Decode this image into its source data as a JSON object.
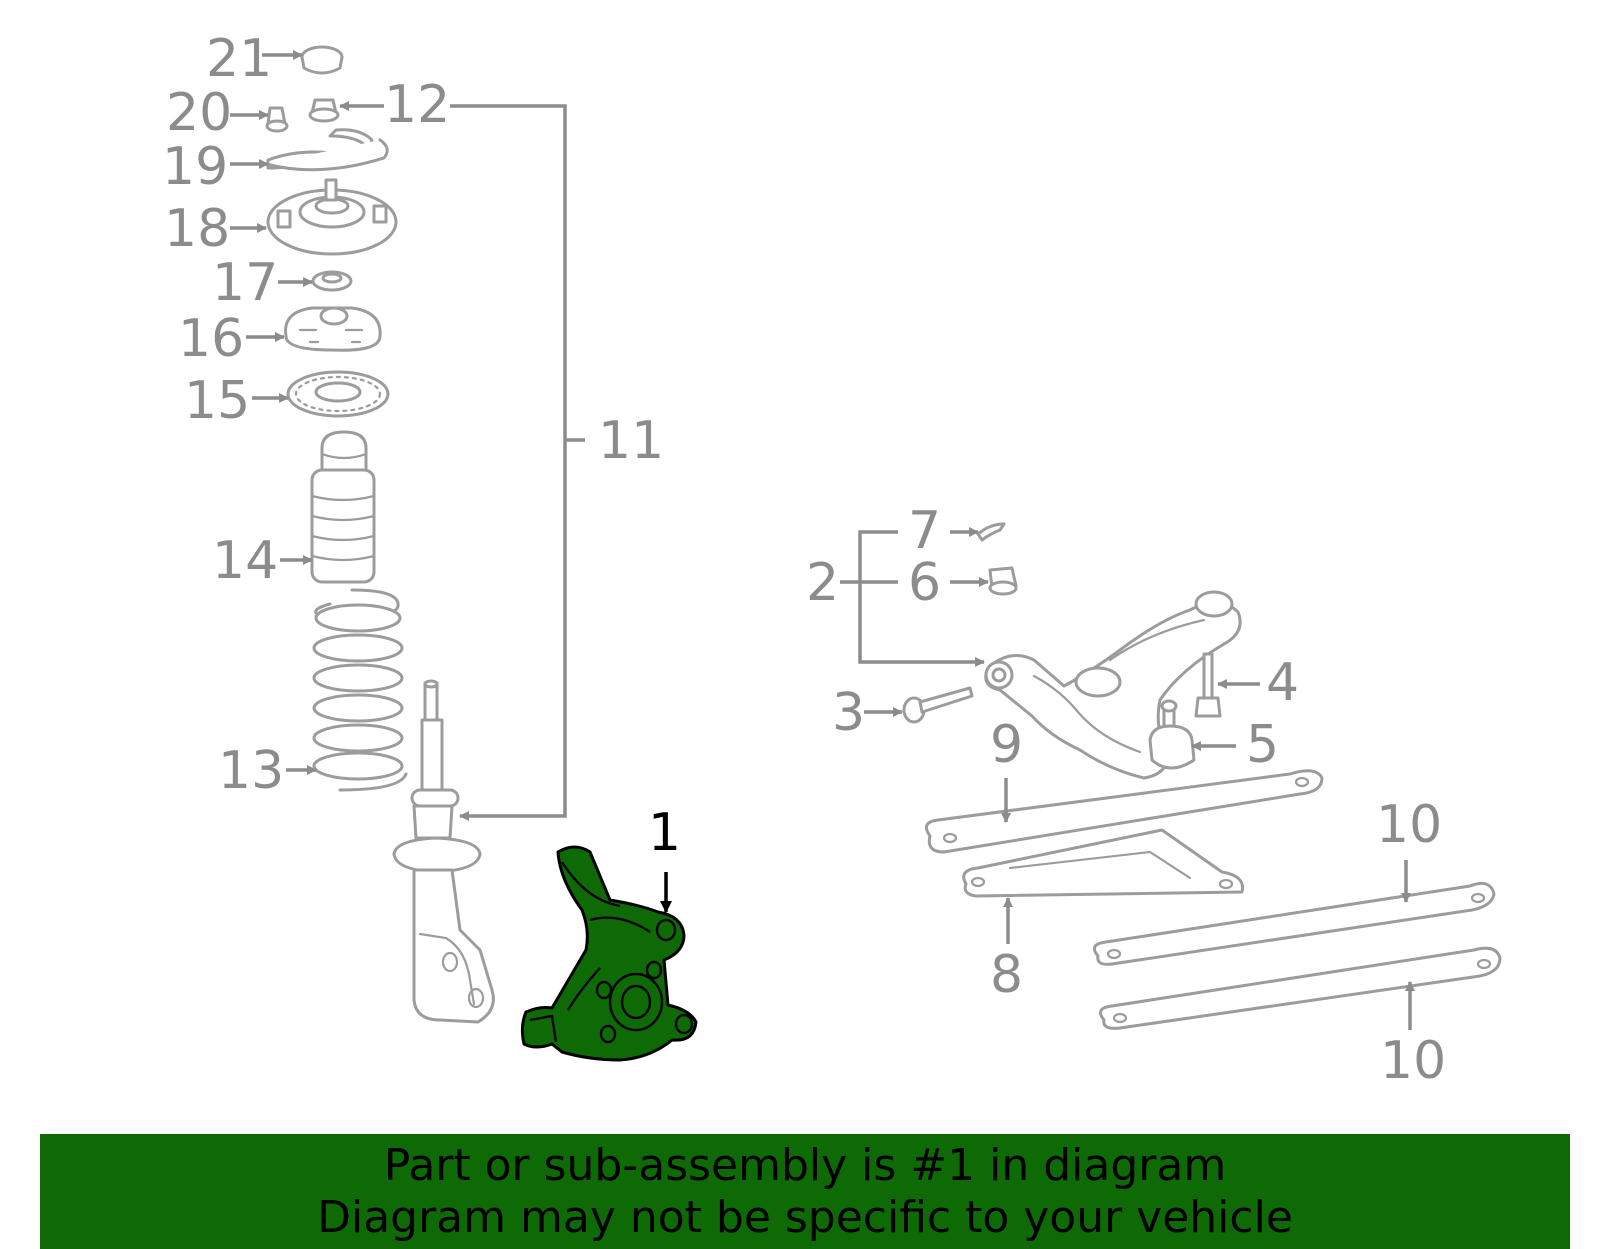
{
  "colors": {
    "highlight": "#0e6a05",
    "label_gray": "#8c8c8c",
    "banner_bg": "#0e6a05"
  },
  "callouts": {
    "c1": "1",
    "c2": "2",
    "c3": "3",
    "c4": "4",
    "c5": "5",
    "c6": "6",
    "c7": "7",
    "c8": "8",
    "c9": "9",
    "c10a": "10",
    "c10b": "10",
    "c11": "11",
    "c12": "12",
    "c13": "13",
    "c14": "14",
    "c15": "15",
    "c16": "16",
    "c17": "17",
    "c18": "18",
    "c19": "19",
    "c20": "20",
    "c21": "21"
  },
  "highlighted_part": "1",
  "banner": {
    "line1": "Part or sub-assembly is #1 in diagram",
    "line2": "Diagram may not be specific to your vehicle"
  }
}
